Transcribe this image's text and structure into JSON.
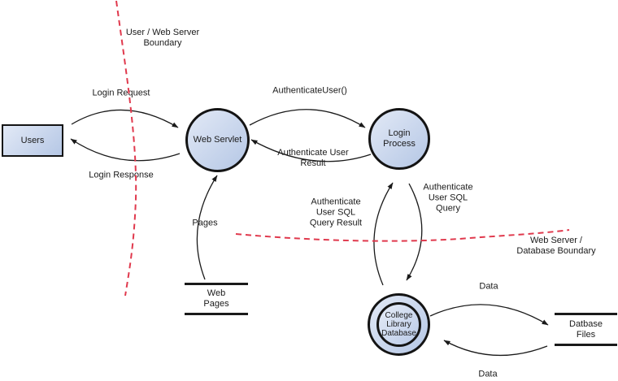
{
  "diagram": {
    "boundaries": [
      {
        "label": "User / Web Server Boundary"
      },
      {
        "label": "Web Server / Database Boundary"
      }
    ],
    "external_entities": [
      {
        "label": "Users"
      }
    ],
    "processes": [
      {
        "label": "Web Servlet"
      },
      {
        "label": "Login Process"
      },
      {
        "label": "College Library Database"
      }
    ],
    "data_stores": [
      {
        "label": "Web Pages"
      },
      {
        "label": "Datbase Files"
      }
    ],
    "flows": [
      {
        "label": "Login Request",
        "from": "Users",
        "to": "Web Servlet"
      },
      {
        "label": "Login Response",
        "from": "Web Servlet",
        "to": "Users"
      },
      {
        "label": "AuthenticateUser()",
        "from": "Web Servlet",
        "to": "Login Process"
      },
      {
        "label": "Authenticate User Result",
        "from": "Login Process",
        "to": "Web Servlet"
      },
      {
        "label": "Pages",
        "from": "Web Pages",
        "to": "Web Servlet"
      },
      {
        "label": "Authenticate User SQL Query",
        "from": "Login Process",
        "to": "College Library Database"
      },
      {
        "label": "Authenticate User SQL Query Result",
        "from": "College Library Database",
        "to": "Login Process"
      },
      {
        "label": "Data",
        "from": "College Library Database",
        "to": "Datbase Files"
      },
      {
        "label": "Data",
        "from": "Datbase Files",
        "to": "College Library Database"
      }
    ],
    "colors": {
      "boundary_line": "#e0394d",
      "flow_line": "#1a1a1a",
      "shape_border": "#141414",
      "shape_fill_light": "#e2e9f6",
      "shape_fill_dark": "#b5c7e5",
      "background": "#ffffff"
    }
  }
}
